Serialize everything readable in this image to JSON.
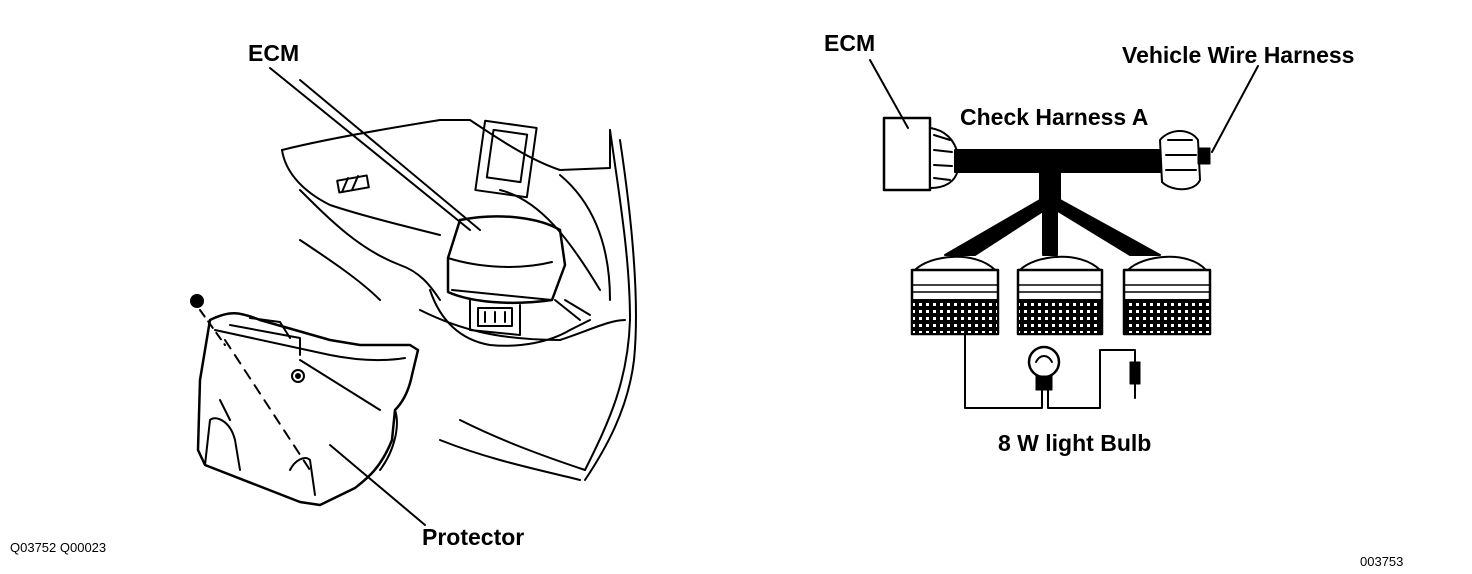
{
  "left_figure": {
    "ecm_label": "ECM",
    "protector_label": "Protector",
    "figure_codes": "Q03752 Q00023"
  },
  "right_figure": {
    "ecm_label": "ECM",
    "harness_label": "Check Harness A",
    "vehicle_harness_label": "Vehicle Wire Harness",
    "bulb_label": "8 W light Bulb",
    "figure_code": "003753"
  }
}
